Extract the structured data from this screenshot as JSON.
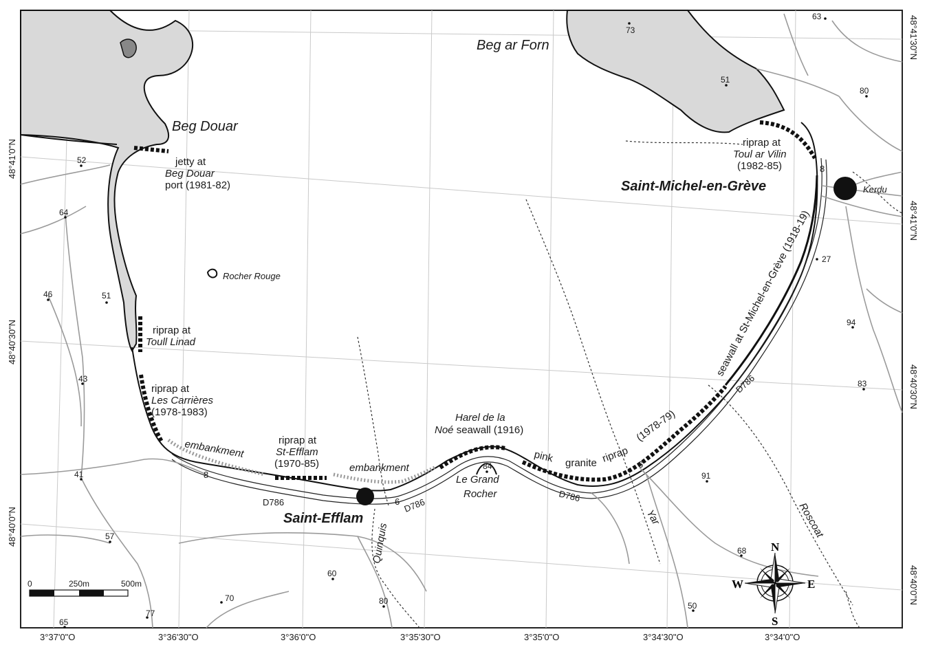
{
  "places": {
    "beg_douar": "Beg Douar",
    "beg_ar_forn": "Beg ar Forn",
    "saint_michel": "Saint-Michel-en-Grève",
    "saint_efflam": "Saint-Efflam",
    "rocher_rouge": "Rocher Rouge",
    "le_grand": "Le Grand",
    "rocher": "Rocher",
    "kerdu": "Kerdu"
  },
  "annotations": {
    "jetty_1": "jetty at",
    "jetty_2": "Beg Douar",
    "jetty_3": "port (1981-82)",
    "toul_1": "riprap at",
    "toul_2": "Toul ar Vilin",
    "toul_3": "(1982-85)",
    "linad_1": "riprap at",
    "linad_2": "Toull Linad",
    "carr_1": "riprap at",
    "carr_2": "Les Carrières",
    "carr_3": "(1978-1983)",
    "eff_1": "riprap at",
    "eff_2": "St-Efflam",
    "eff_3": "(1970-85)",
    "harel_1": "Harel de la",
    "harel_2": "Noé",
    "harel_3": " seawall (1916)",
    "embankment_1": "embankment",
    "embankment_2": "embankment",
    "pink": "pink",
    "granite": "granite",
    "riprap": "riprap",
    "riprap_years": "(1978-79)",
    "seawall": "seawall at St-Michel-en-Grève (1918-19)"
  },
  "streams": {
    "quinquis": "Quinquis",
    "yar": "Yar",
    "roscoat": "Roscoat"
  },
  "roads": [
    "D786",
    "D786",
    "D786",
    "D786"
  ],
  "road_numbers": [
    "8",
    "6",
    "6",
    "8"
  ],
  "heights": [
    "73",
    "63",
    "51",
    "80",
    "52",
    "64",
    "46",
    "51",
    "43",
    "41",
    "57",
    "27",
    "94",
    "83",
    "91",
    "84",
    "68",
    "60",
    "80",
    "70",
    "77",
    "65",
    "50"
  ],
  "axis": {
    "bottom": [
      "3°37'0\"O",
      "3°36'30\"O",
      "3°36'0\"O",
      "3°35'30\"O",
      "3°35'0\"O",
      "3°34'30\"O",
      "3°34'0\"O"
    ],
    "left": [
      "48°41'0\"N",
      "48°40'30\"N",
      "48°40'0\"N"
    ],
    "right": [
      "48°41'30\"N",
      "48°41'0\"N",
      "48°40'30\"N",
      "48°40'0\"N"
    ]
  },
  "scale": {
    "zero": "0",
    "mid": "250m",
    "end": "500m"
  },
  "compass": {
    "n": "N",
    "s": "S",
    "e": "E",
    "w": "W"
  }
}
